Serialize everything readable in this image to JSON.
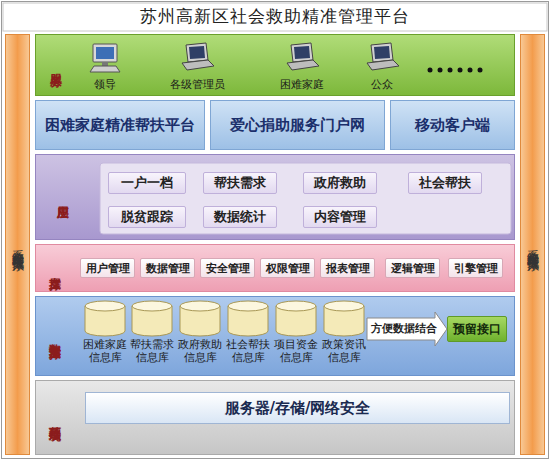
{
  "diagram": {
    "title": "苏州高新区社会救助精准管理平台",
    "nodes": [
      {
        "text": [
          "系统安全标准与规范体系"
        ]
      },
      {
        "text": [
          "系统安全标准与规范体系"
        ]
      },
      {
        "text": [
          "服务层"
        ]
      },
      {
        "text": [
          "困难家庭精准帮扶平台"
        ]
      },
      {
        "text": [
          "爱心捐助服务门户网"
        ]
      },
      {
        "text": [
          "移动客户端"
        ]
      },
      {
        "text": [
          "应用层"
        ]
      },
      {
        "text": [
          "一户一档"
        ],
        "in": 6
      },
      {
        "text": [
          "帮扶需求"
        ],
        "in": 6
      },
      {
        "text": [
          "政府救助"
        ],
        "in": 6
      },
      {
        "text": [
          "社会帮扶"
        ],
        "in": 6
      },
      {
        "text": [
          "脱贫跟踪"
        ],
        "in": 6
      },
      {
        "text": [
          "数据统计"
        ],
        "in": 6
      },
      {
        "text": [
          "内容管理"
        ],
        "in": 6
      },
      {
        "text": [
          "支撑层"
        ]
      },
      {
        "text": [
          "用户管理"
        ],
        "in": 14
      },
      {
        "text": [
          "数据管理"
        ],
        "in": 14
      },
      {
        "text": [
          "安全管理"
        ],
        "in": 14
      },
      {
        "text": [
          "权限管理"
        ],
        "in": 14
      },
      {
        "text": [
          "报表管理"
        ],
        "in": 14
      },
      {
        "text": [
          "逻辑管理"
        ],
        "in": 14
      },
      {
        "text": [
          "引擎管理"
        ],
        "in": 14
      },
      {
        "text": [
          "数据支撑层"
        ]
      },
      {
        "text": [
          "困难家庭 信息库"
        ],
        "in": 22
      },
      {
        "text": [
          "帮扶需求 信息库"
        ],
        "in": 22
      },
      {
        "text": [
          "政府救助 信息库"
        ],
        "in": 22
      },
      {
        "text": [
          "社会帮扶 信息库"
        ],
        "in": 22
      },
      {
        "text": [
          "项目资金 信息库"
        ],
        "in": 22
      },
      {
        "text": [
          "政策资讯 信息库"
        ],
        "in": 22
      },
      {
        "text": [
          "预留接口"
        ],
        "in": 22
      },
      {
        "text": [
          "基础环境层"
        ]
      },
      {
        "text": [
          "服务器/存储/网络安全"
        ],
        "in": 30
      }
    ],
    "edges": [
      {
        "from": 28,
        "to": 29,
        "label": "方便数据结合",
        "arrow": "to"
      }
    ],
    "labels": [
      "领导",
      "各级管理员",
      "困难家庭",
      "公众"
    ]
  }
}
